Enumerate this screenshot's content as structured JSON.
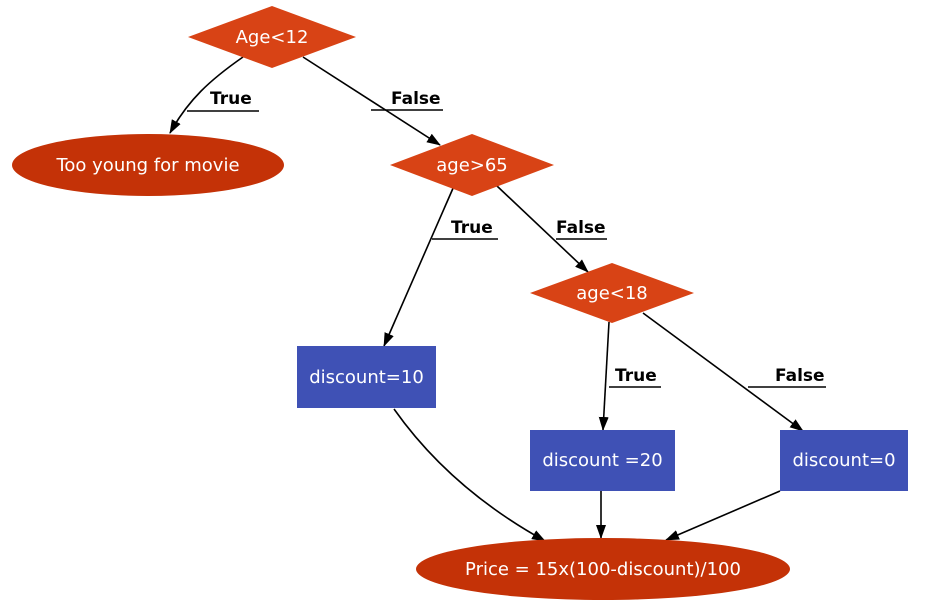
{
  "colors": {
    "decision_fill": "#d84315",
    "terminal_fill": "#c43207",
    "process_fill": "#3f51b5",
    "node_text": "#ffffff",
    "edge": "#000000"
  },
  "nodes": {
    "age_lt_12": {
      "label": "Age<12",
      "shape": "diamond"
    },
    "too_young": {
      "label": "Too young for movie",
      "shape": "ellipse"
    },
    "age_gt_65": {
      "label": "age>65",
      "shape": "diamond"
    },
    "age_lt_18": {
      "label": "age<18",
      "shape": "diamond"
    },
    "discount_10": {
      "label": "discount=10",
      "shape": "rectangle"
    },
    "discount_20": {
      "label": "discount =20",
      "shape": "rectangle"
    },
    "discount_0": {
      "label": "discount=0",
      "shape": "rectangle"
    },
    "price": {
      "label": "Price = 15x(100-discount)/100",
      "shape": "ellipse"
    }
  },
  "edges": [
    {
      "from": "age_lt_12",
      "to": "too_young",
      "label": "True"
    },
    {
      "from": "age_lt_12",
      "to": "age_gt_65",
      "label": "False"
    },
    {
      "from": "age_gt_65",
      "to": "discount_10",
      "label": "True"
    },
    {
      "from": "age_gt_65",
      "to": "age_lt_18",
      "label": "False"
    },
    {
      "from": "age_lt_18",
      "to": "discount_20",
      "label": "True"
    },
    {
      "from": "age_lt_18",
      "to": "discount_0",
      "label": "False"
    },
    {
      "from": "discount_10",
      "to": "price",
      "label": ""
    },
    {
      "from": "discount_20",
      "to": "price",
      "label": ""
    },
    {
      "from": "discount_0",
      "to": "price",
      "label": ""
    }
  ]
}
